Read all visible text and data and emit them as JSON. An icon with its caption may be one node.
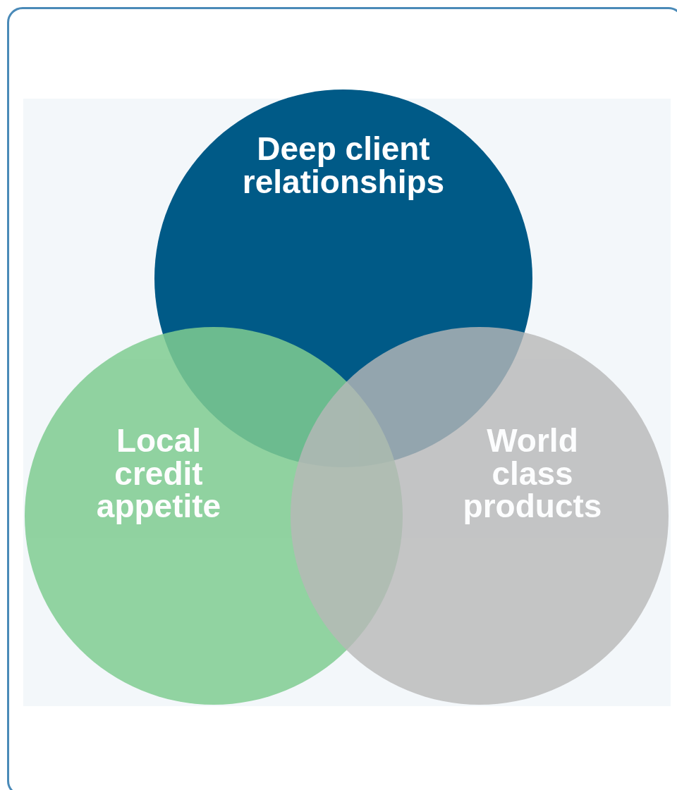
{
  "diagram": {
    "nodes": [
      {
        "text": [
          "Deep client relationships"
        ]
      },
      {
        "text": [
          "Local credit appetite"
        ]
      },
      {
        "text": [
          "World class products"
        ]
      }
    ]
  }
}
